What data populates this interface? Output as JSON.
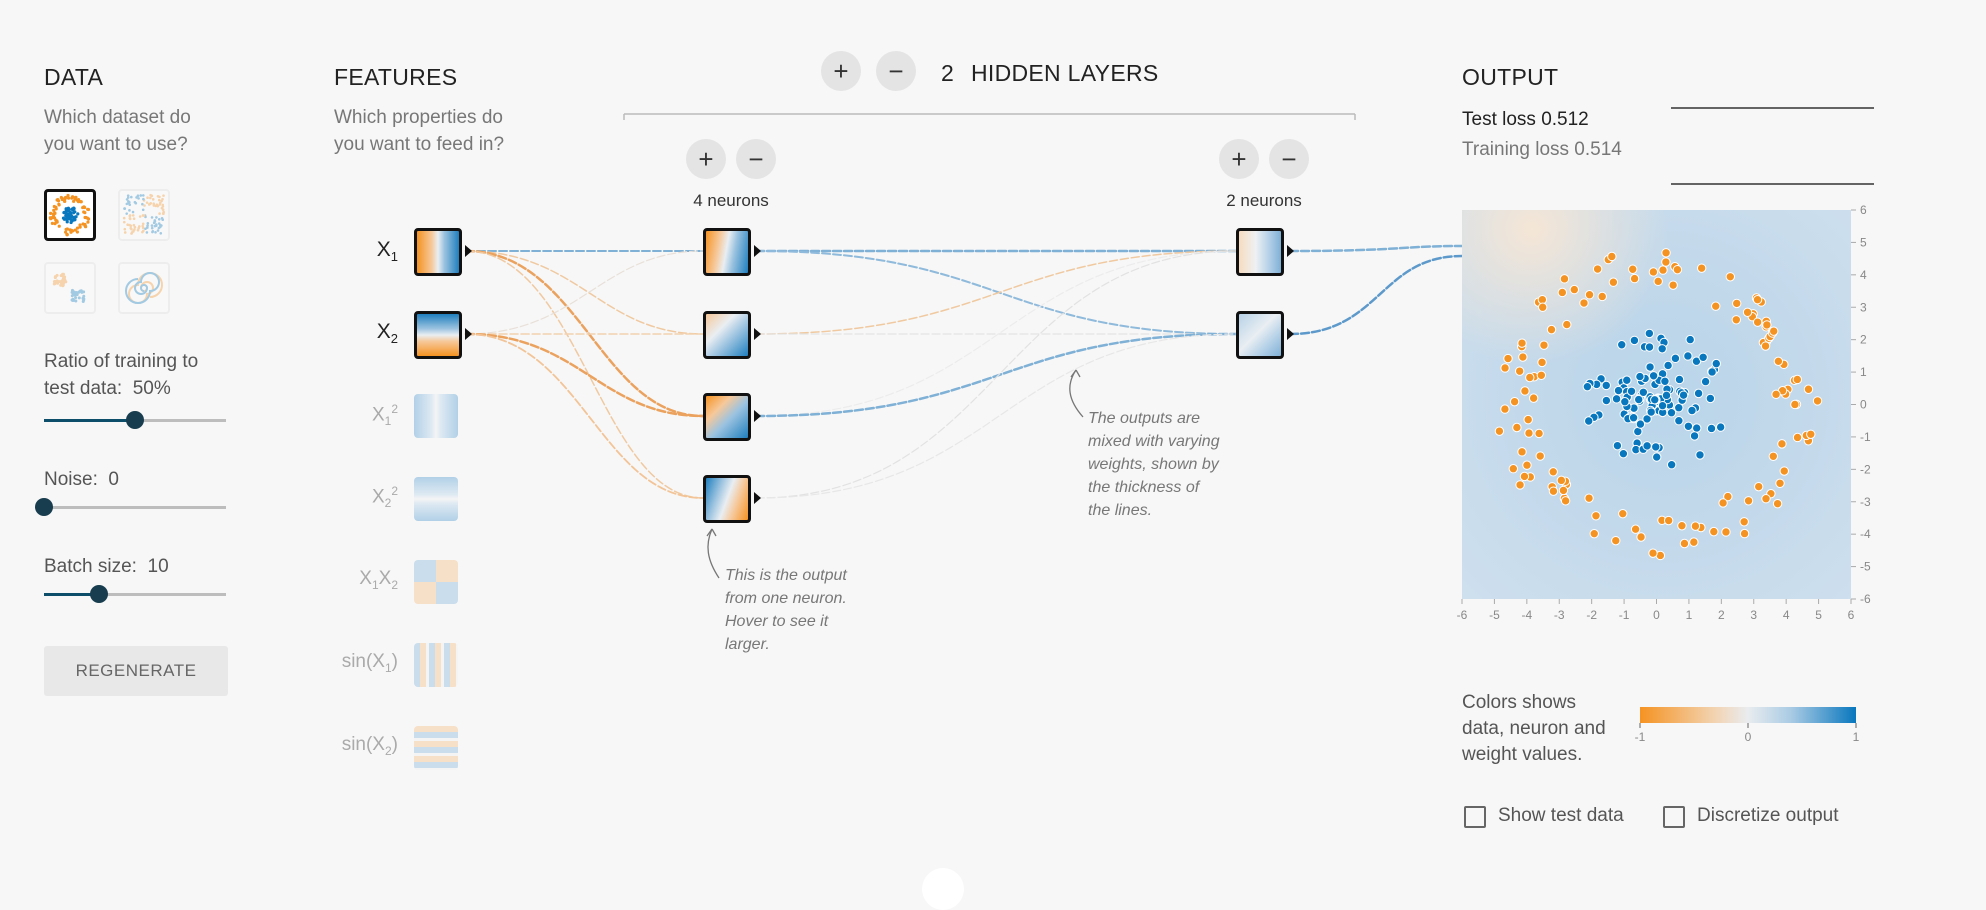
{
  "data_panel": {
    "title": "DATA",
    "subtitle_line1": "Which dataset do",
    "subtitle_line2": "you want to use?",
    "datasets": [
      "circle",
      "exclusive-or",
      "gaussian",
      "spiral"
    ],
    "selected_dataset": "circle",
    "ratio_label": "Ratio of training to",
    "ratio_label2": "test data:",
    "ratio_value": "50%",
    "ratio_fraction": 0.5,
    "noise_label": "Noise:",
    "noise_value": "0",
    "noise_fraction": 0.0,
    "batch_label": "Batch size:",
    "batch_value": "10",
    "batch_fraction": 0.3,
    "regenerate_label": "REGENERATE"
  },
  "features_panel": {
    "title": "FEATURES",
    "subtitle_line1": "Which properties do",
    "subtitle_line2": "you want to feed in?",
    "features": [
      {
        "base": "X",
        "sub": "1",
        "sup": "",
        "extra": "",
        "active": true
      },
      {
        "base": "X",
        "sub": "2",
        "sup": "",
        "extra": "",
        "active": true
      },
      {
        "base": "X",
        "sub": "1",
        "sup": "2",
        "extra": "",
        "active": false
      },
      {
        "base": "X",
        "sub": "2",
        "sup": "2",
        "extra": "",
        "active": false
      },
      {
        "base": "X",
        "sub": "1",
        "sup": "",
        "extra": "X2",
        "active": false
      },
      {
        "base": "sin(X",
        "sub": "1",
        "sup": "",
        "extra": ")",
        "active": false
      },
      {
        "base": "sin(X",
        "sub": "2",
        "sup": "",
        "extra": ")",
        "active": false
      }
    ]
  },
  "hidden_layers": {
    "count": "2",
    "label": "HIDDEN LAYERS",
    "plus_icon": "+",
    "minus_icon": "−",
    "layers": [
      {
        "neurons_label": "4 neurons"
      },
      {
        "neurons_label": "2 neurons"
      }
    ],
    "annotation_weights": [
      "The outputs are",
      "mixed with varying",
      "weights, shown by",
      "the thickness of",
      "the lines."
    ],
    "annotation_neuron": [
      "This is the output",
      "from one neuron.",
      "Hover to see it",
      "larger."
    ]
  },
  "output_panel": {
    "title": "OUTPUT",
    "test_loss_label": "Test loss",
    "test_loss_value": "0.512",
    "training_loss_label": "Training loss",
    "training_loss_value": "0.514",
    "x_ticks": [
      "-6",
      "-5",
      "-4",
      "-3",
      "-2",
      "-1",
      "0",
      "1",
      "2",
      "3",
      "4",
      "5",
      "6"
    ],
    "y_ticks": [
      "6",
      "5",
      "4",
      "3",
      "2",
      "1",
      "0",
      "-1",
      "-2",
      "-3",
      "-4",
      "-5",
      "-6"
    ],
    "legend_text": [
      "Colors shows",
      "data, neuron and",
      "weight values."
    ],
    "legend_ticks": [
      "-1",
      "0",
      "1"
    ],
    "show_test_label": "Show test data",
    "discretize_label": "Discretize output"
  },
  "colors": {
    "orange": "#f59322",
    "blue": "#0877bd",
    "light_blue": "#c8dceb",
    "light_orange": "#f5e6d6",
    "dark_knob": "#183d4e"
  }
}
